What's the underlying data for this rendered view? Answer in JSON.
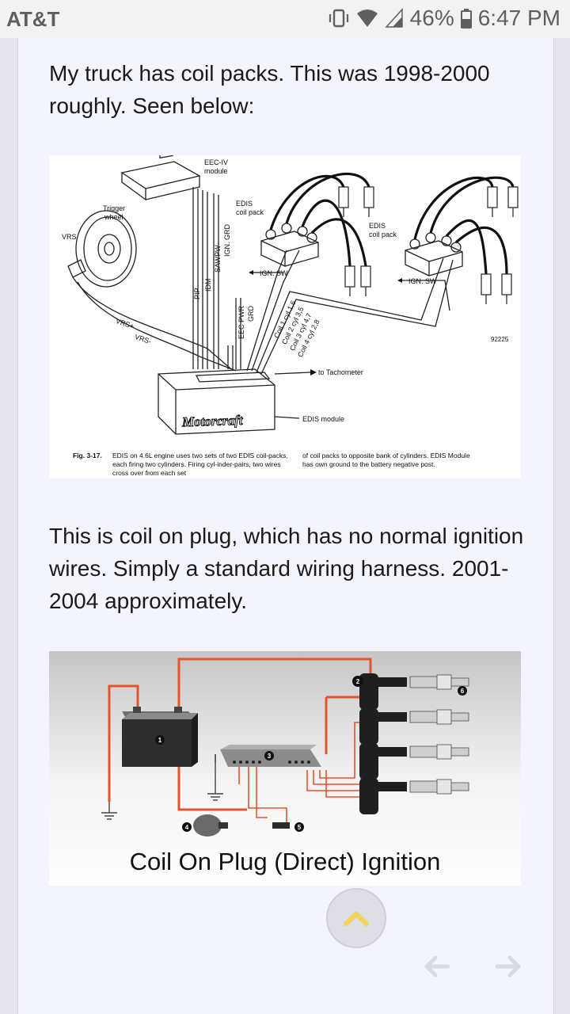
{
  "status_bar": {
    "carrier": "AT&T",
    "battery": "46%",
    "time": "6:47 PM"
  },
  "post": {
    "paragraph_1": "My truck has coil packs. This was 1998-2000 roughly. Seen below:",
    "paragraph_2": "This is coil on plug, which has no normal ignition wires. Simply a standard wiring harness. 2001-2004 approximately."
  },
  "figure_1": {
    "labels": {
      "eec": "EEC-IV",
      "eec2": "module",
      "trigger": "Trigger",
      "trigger2": "wheel",
      "vrs": "VRS",
      "edis_left": "EDIS",
      "edis_left2": "coil pack",
      "edis_right": "EDIS",
      "edis_right2": "coil pack",
      "ign_sw_left": "IGN. SW",
      "ign_sw_right": "IGN. SW",
      "pip": "PIP",
      "idm": "IDM",
      "sawpw": "SAWPW",
      "ign_grd": "IGN. GRD",
      "eec_pwr": "EEC PWR",
      "grd": "GRD",
      "coil1": "Coil 1 cyl 1,6",
      "coil2": "Coil 2 cyl 3,5",
      "coil3": "Coil 3 cyl 4,7",
      "coil4": "Coil 4 cyl 2,8",
      "vrs_plus": "VRS+",
      "vrs_minus": "VRS-",
      "tach": "to Tachometer",
      "edis_module": "EDIS module",
      "motorcraft": "Motorcraft",
      "code": "92225"
    },
    "caption": {
      "number": "Fig. 3-17.",
      "col1": "EDIS on 4.6L engine uses two sets of two EDIS coil-packs, each firing two cylinders. Firing cyl-inder-pairs, two wires cross over from each set",
      "col2": "of coil packs to opposite bank of cylinders. EDIS Module has own ground to the battery negative post."
    }
  },
  "figure_2": {
    "title": "Coil On Plug (Direct) Ignition",
    "markers": [
      "1",
      "2",
      "3",
      "4",
      "5",
      "6"
    ]
  },
  "colors": {
    "wire": "#e0562e",
    "card_bg": "#f4f4fc",
    "fab_arrow": "#f2d35a"
  }
}
